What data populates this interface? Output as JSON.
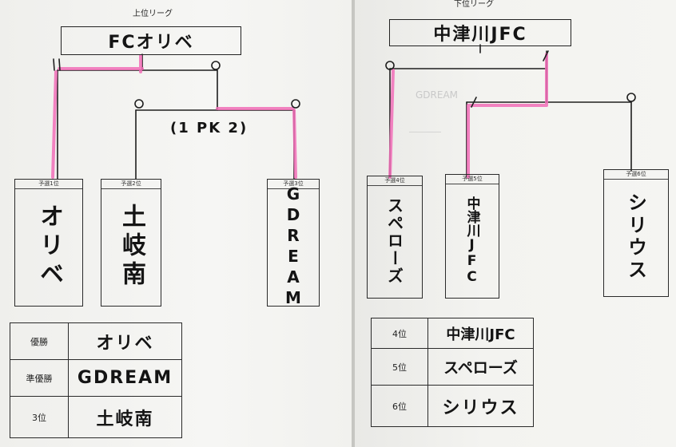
{
  "upper": {
    "header": "上位リーグ",
    "champion_box": "FCオリベ",
    "pk_note": "(1 PK 2)",
    "teams": [
      {
        "seed": "予選1位",
        "name": "オリベ"
      },
      {
        "seed": "予選2位",
        "name": "土岐南"
      },
      {
        "seed": "予選3位",
        "name": "GDREAM"
      }
    ],
    "results": [
      {
        "label": "優勝",
        "value": "オリベ"
      },
      {
        "label": "準優勝",
        "value": "GDREAM"
      },
      {
        "label": "3位",
        "value": "土岐南"
      }
    ]
  },
  "lower": {
    "header": "下位リーグ",
    "champion_box": "中津川JFC",
    "teams": [
      {
        "seed": "予選4位",
        "name": "スペローズ"
      },
      {
        "seed": "予選5位",
        "name": "中津川JFC"
      },
      {
        "seed": "予選6位",
        "name": "シリウス"
      }
    ],
    "results": [
      {
        "label": "4位",
        "value": "中津川JFC"
      },
      {
        "label": "5位",
        "value": "スペローズ"
      },
      {
        "label": "6位",
        "value": "シリウス"
      }
    ]
  },
  "colors": {
    "winner_line": "#f26fb8",
    "ink": "#141414"
  }
}
